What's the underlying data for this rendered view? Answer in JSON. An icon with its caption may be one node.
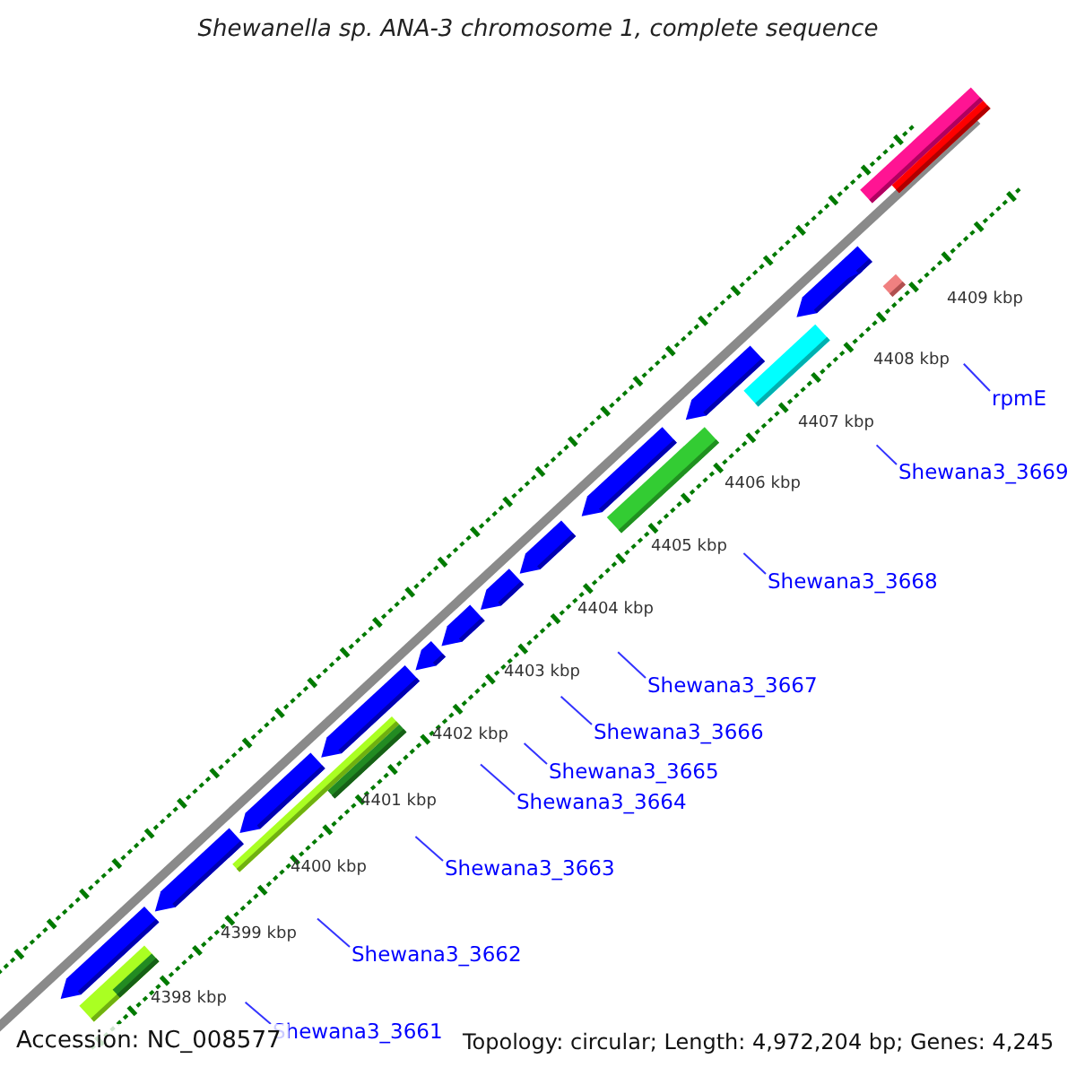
{
  "diagram": {
    "title": "Shewanella sp. ANA-3 chromosome 1, complete sequence",
    "nodes": [
      {
        "text": [
          "Shewana3_3661"
        ]
      },
      {
        "text": [
          "Shewana3_3662"
        ]
      },
      {
        "text": [
          "Shewana3_3663"
        ]
      },
      {
        "text": [
          "Shewana3_3664"
        ]
      },
      {
        "text": [
          "Shewana3_3665"
        ]
      },
      {
        "text": [
          "Shewana3_3666"
        ]
      },
      {
        "text": [
          "Shewana3_3667"
        ]
      },
      {
        "text": [
          "Shewana3_3668"
        ]
      },
      {
        "text": [
          "Shewana3_3669"
        ]
      },
      {
        "text": [
          "rpmE"
        ]
      }
    ],
    "edges": [
      {
        "from": 0,
        "to": null,
        "arrow": "none"
      },
      {
        "from": 1,
        "to": null,
        "arrow": "none"
      },
      {
        "from": 2,
        "to": null,
        "arrow": "none"
      },
      {
        "from": 3,
        "to": null,
        "arrow": "none"
      },
      {
        "from": 4,
        "to": null,
        "arrow": "none"
      },
      {
        "from": 5,
        "to": null,
        "arrow": "none"
      },
      {
        "from": 6,
        "to": null,
        "arrow": "none"
      },
      {
        "from": 7,
        "to": null,
        "arrow": "none"
      },
      {
        "from": 8,
        "to": null,
        "arrow": "none"
      },
      {
        "from": 9,
        "to": null,
        "arrow": "none"
      }
    ],
    "labels": [
      "4409 kbp",
      "4408 kbp",
      "4407 kbp",
      "4406 kbp",
      "4405 kbp",
      "4404 kbp",
      "4403 kbp",
      "4402 kbp",
      "4401 kbp",
      "4400 kbp",
      "4399 kbp",
      "4398 kbp",
      "Accession: NC_008577",
      "Topology: circular; Length: 4,972,204 bp; Genes: 4,245"
    ]
  }
}
